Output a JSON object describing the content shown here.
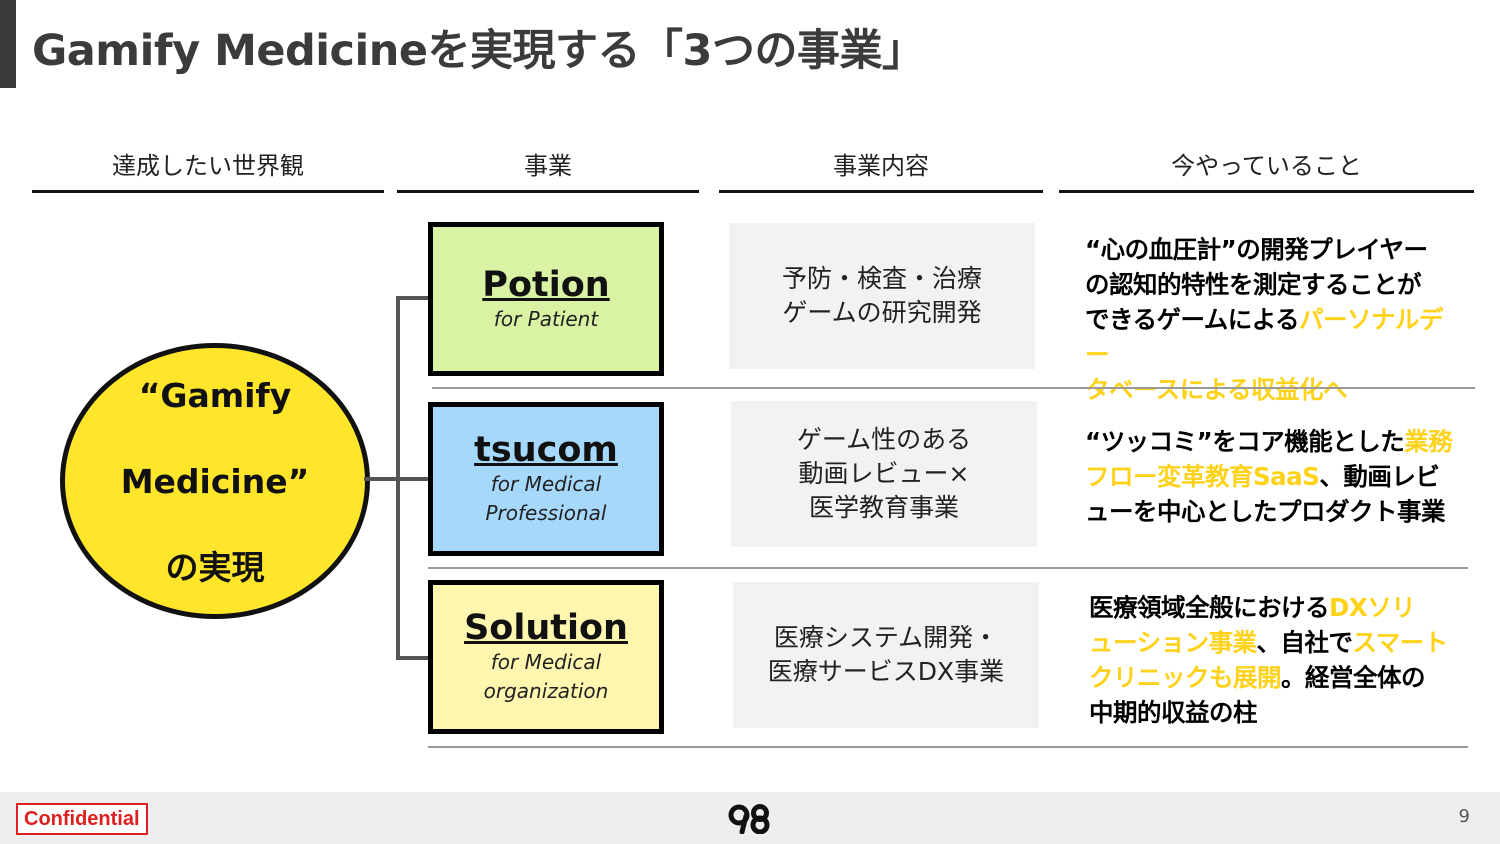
{
  "title": "Gamify Medicineを実現する「3つの事業」",
  "columns": [
    "達成したい世界観",
    "事業",
    "事業内容",
    "今やっていること"
  ],
  "vision": {
    "lines": [
      "“Gamify",
      "Medicine”",
      "の実現"
    ]
  },
  "businesses": [
    {
      "name": "Potion",
      "sub": "for Patient",
      "color": "#d9f2a3",
      "content": [
        "予防・検査・治療",
        "ゲームの研究開発"
      ],
      "now": [
        {
          "t": "“心の血圧計”の開発プレイヤー",
          "h": false
        },
        {
          "t": "の認知的特性を測定することが",
          "h": false
        },
        {
          "t": "できるゲームによる",
          "h": false
        },
        {
          "t": "パーソナルデー",
          "h": true
        },
        {
          "t": "タベースによる収益化へ",
          "h": true
        }
      ]
    },
    {
      "name": "tsucom",
      "sub": "for Medical Professional",
      "color": "#a6d8fb",
      "content": [
        "ゲーム性のある",
        "動画レビュー×",
        "医学教育事業"
      ],
      "now": [
        {
          "t": "“ツッコミ”をコア機能とした",
          "h": false
        },
        {
          "t": "業務",
          "h": true
        },
        {
          "t": "フロー変革教育SaaS",
          "h": true
        },
        {
          "t": "、動画レビ",
          "h": false
        },
        {
          "t": "ューを中心としたプロダクト事業",
          "h": false
        }
      ]
    },
    {
      "name": "Solution",
      "sub": "for Medical organization",
      "color": "#fff6b0",
      "content": [
        "医療システム開発・",
        "医療サービスDX事業"
      ],
      "now": [
        {
          "t": "医療領域全般における",
          "h": false
        },
        {
          "t": "DXソリ",
          "h": true
        },
        {
          "t": "ューション事業",
          "h": true
        },
        {
          "t": "、自社で",
          "h": false
        },
        {
          "t": "スマート",
          "h": true
        },
        {
          "t": "クリニックも展開",
          "h": true
        },
        {
          "t": "。経営全体の",
          "h": false
        },
        {
          "t": "中期的収益の柱",
          "h": false
        }
      ]
    }
  ],
  "footer": {
    "confidential": "Confidential",
    "logo": "98",
    "page": "9"
  }
}
